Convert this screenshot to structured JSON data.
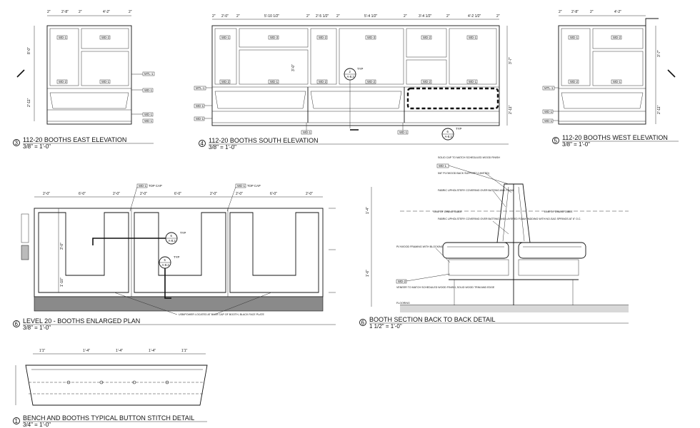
{
  "views": {
    "east": {
      "num": "3",
      "title": "112-20 BOOTHS EAST ELEVATION",
      "scale": "3/8\" = 1'-0\""
    },
    "south": {
      "num": "4",
      "title": "112-20 BOOTHS SOUTH ELEVATION",
      "scale": "3/8\" = 1'-0\""
    },
    "west": {
      "num": "5",
      "title": "112-20 BOOTHS WEST ELEVATION",
      "scale": "3/8\" = 1'-0\""
    },
    "plan": {
      "num": "6",
      "title": "LEVEL 20 - BOOTHS ENLARGED PLAN",
      "scale": "3/8\" = 1'-0\""
    },
    "section": {
      "num": "6",
      "title": "BOOTH SECTION BACK TO BACK DETAIL",
      "scale": "1 1/2\" = 1'-0\""
    },
    "stitch": {
      "num": "1",
      "title": "BENCH AND BOOTHS TYPICAL BUTTON STITCH DETAIL",
      "scale": "3/4\" = 1'-0\""
    }
  },
  "tags": {
    "wd1": "WD-1",
    "wd2": "WD-2",
    "wd3": "WD-3",
    "mtl1": "MTL-1"
  },
  "callouts": {
    "typ": "TYP",
    "sheet": "A-8.2",
    "n5": "5",
    "n6": "6",
    "n2": "2",
    "top_cap": "TOP CAP"
  },
  "dims": {
    "east_top": [
      "2\"",
      "2'-8\"",
      "2\"",
      "4'-2\"",
      "2\""
    ],
    "south_top": [
      "2\"",
      "2'-0\"",
      "2\"",
      "5'-10 1/2\"",
      "2\"",
      "2'-5 1/2\"",
      "2\"",
      "5'-4 1/2\"",
      "2\"",
      "3'-4 1/2\"",
      "2\"",
      "4'-2 1/2\"",
      "2\""
    ],
    "west_top": [
      "2\"",
      "2'-8\"",
      "2\"",
      "4'-2\""
    ],
    "plan_top": [
      "2'-0\"",
      "6'-0\"",
      "2'-0\"",
      "2'-0\"",
      "6'-0\"",
      "2'-0\"",
      "2'-0\"",
      "6'-0\"",
      "2'-0\""
    ],
    "stitch_top": [
      "1'1\"",
      "1'-4\"",
      "1'-4\"",
      "1'-4\"",
      "1'1\""
    ],
    "vert_a": "8'-0\"",
    "vert_b": "3'-7\"",
    "vert_c": "2'-11\"",
    "vert_d": "3'-0\"",
    "vert_e": "1'-10\"",
    "vert_f": "1'-4\"",
    "vert_g": "1'-6\""
  },
  "notes": {
    "usb": "USB/POWER LOCATED AT BACK CAP OF BOOTH, BLACK FACE PLATE",
    "solid_cap": "SOLID CAP TO MATCH SCHEDULED WOOD FINISH",
    "plywood_back": "5/8\" PLYWOOD BACK SUPPORT (LIMITED)",
    "fabric_a": "FABRIC UPHOLSTERY COVERING OVER BATTING AND FOAM",
    "dining_line_l": "LINE OF DINING TABLE",
    "dining_line_r": "LINE OF DINING TABLE",
    "fabric_b": "FABRIC UPHOLSTERY COVERING OVER BATTING AND LAYERED FOAM PADDING WITH NO-SAG SPRINGS AT 6\" O.C.",
    "plywood_framing": "PLYWOOD FRAMING WITH BLOCKING",
    "veneer": "VENEER TO MATCH SCHEDULED WOOD FINISH, SOLID WOOD TRIM AND EDGE",
    "floor": "FLOORING"
  }
}
